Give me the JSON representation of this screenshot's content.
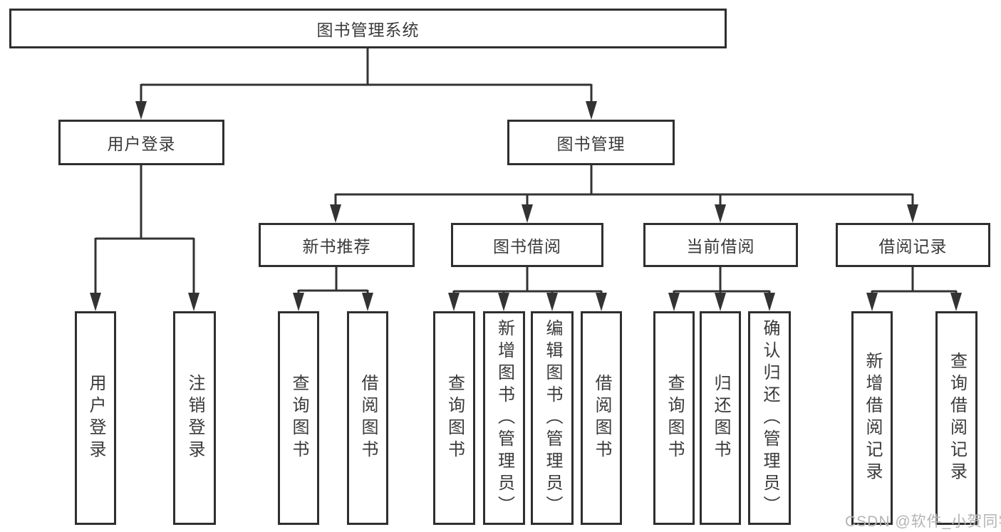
{
  "tree": {
    "root": {
      "label": "图书管理系统"
    },
    "branches": [
      {
        "label": "用户登录",
        "children": [
          {
            "label": "用户登录"
          },
          {
            "label": "注销登录"
          }
        ]
      },
      {
        "label": "图书管理",
        "children": [
          {
            "label": "新书推荐",
            "children": [
              {
                "label": "查询图书"
              },
              {
                "label": "借阅图书"
              }
            ]
          },
          {
            "label": "图书借阅",
            "children": [
              {
                "label": "查询图书"
              },
              {
                "label": "新增图书（管理员）"
              },
              {
                "label": "编辑图书（管理员）"
              },
              {
                "label": "借阅图书"
              }
            ]
          },
          {
            "label": "当前借阅",
            "children": [
              {
                "label": "查询图书"
              },
              {
                "label": "归还图书"
              },
              {
                "label": "确认归还（管理员）"
              }
            ]
          },
          {
            "label": "借阅记录",
            "children": [
              {
                "label": "新增借阅记录"
              },
              {
                "label": "查询借阅记录"
              }
            ]
          }
        ]
      }
    ]
  },
  "watermark": {
    "text": "CSDN @软件_小贺同学"
  },
  "colors": {
    "line": "#333333",
    "box_border": "#2f2f2f",
    "text": "#3a3a3a",
    "watermark": "#b4b4b4",
    "background": "#ffffff"
  }
}
